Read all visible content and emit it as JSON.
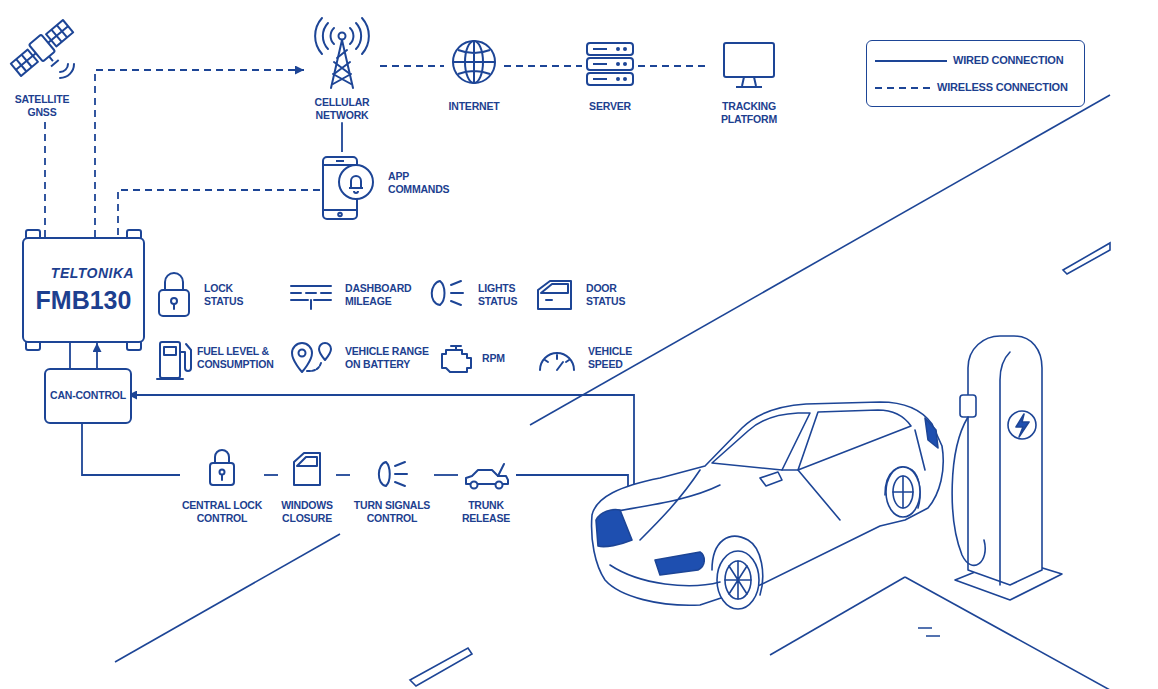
{
  "diagram": {
    "nodes": [
      {
        "text": [
          "SATELLITE GNSS"
        ]
      },
      {
        "text": [
          "CELLULAR NETWORK"
        ]
      },
      {
        "text": [
          "INTERNET"
        ]
      },
      {
        "text": [
          "SERVER"
        ]
      },
      {
        "text": [
          "TRACKING PLATFORM"
        ]
      },
      {
        "text": [
          "APP COMMANDS"
        ]
      },
      {
        "text": [
          "TELTONIKA",
          "FMB130"
        ]
      },
      {
        "text": [
          "CAN-CONTROL"
        ]
      },
      {
        "text": [
          "CENTRAL LOCK CONTROL"
        ]
      },
      {
        "text": [
          "WINDOWS CLOSURE"
        ]
      },
      {
        "text": [
          "TURN SIGNALS CONTROL"
        ]
      },
      {
        "text": [
          "TRUNK RELEASE"
        ]
      }
    ],
    "edges": [
      {
        "from": 6,
        "to": 0,
        "arrow": "none"
      },
      {
        "from": 6,
        "to": 1,
        "arrow": "to"
      },
      {
        "from": 1,
        "to": 2,
        "arrow": "none"
      },
      {
        "from": 2,
        "to": 3,
        "arrow": "none"
      },
      {
        "from": 3,
        "to": 4,
        "arrow": "none"
      },
      {
        "from": 1,
        "to": 5,
        "arrow": "none"
      },
      {
        "from": 5,
        "to": 6,
        "arrow": "none"
      },
      {
        "from": 7,
        "to": 6,
        "arrow": "none"
      },
      {
        "from": 7,
        "to": 6,
        "arrow": "to"
      },
      {
        "from": 7,
        "to": 8,
        "arrow": "none"
      },
      {
        "from": 8,
        "to": 9,
        "arrow": "none"
      },
      {
        "from": 9,
        "to": 10,
        "arrow": "none"
      },
      {
        "from": 10,
        "to": 11,
        "arrow": "none"
      }
    ],
    "labels": [
      "LOCK STATUS",
      "DASHBOARD MILEAGE",
      "LIGHTS STATUS",
      "DOOR STATUS",
      "FUEL LEVEL & CONSUMPTION",
      "VEHICLE RANGE ON BATTERY",
      "RPM",
      "VEHICLE SPEED"
    ],
    "legend": [
      {
        "text": "WIRED CONNECTION"
      },
      {
        "text": "WIRELESS CONNECTION"
      }
    ]
  }
}
